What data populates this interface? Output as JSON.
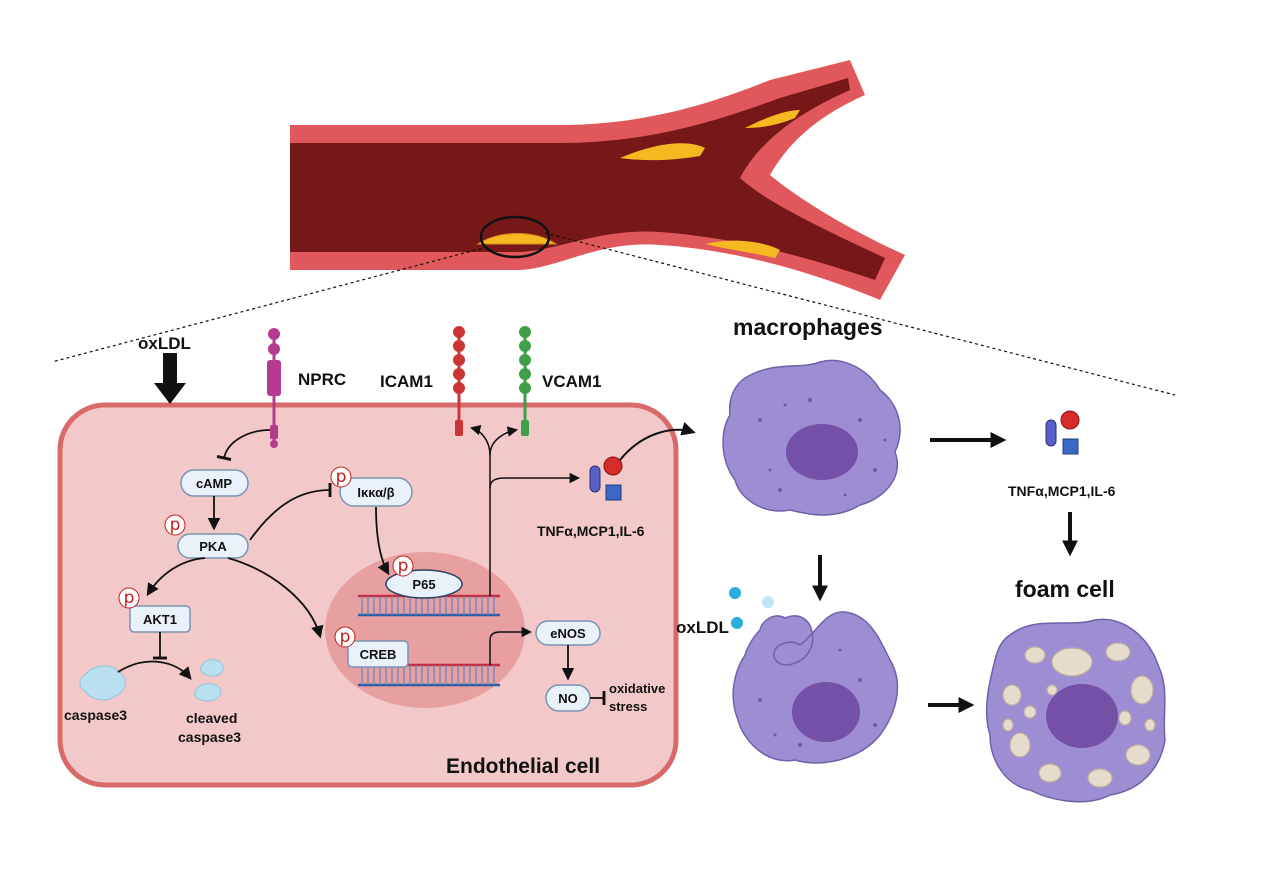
{
  "labels": {
    "oxldl_top": "oxLDL",
    "nprc": "NPRC",
    "icam1": "ICAM1",
    "vcam1": "VCAM1",
    "macrophages": "macrophages",
    "camp": "cAMP",
    "pka": "PKA",
    "ikk": "Iκκα/β",
    "p65": "P65",
    "akt1": "AKT1",
    "creb": "CREB",
    "enos": "eNOS",
    "no": "NO",
    "oxidative_stress_1": "oxidative",
    "oxidative_stress_2": "stress",
    "caspase3": "caspase3",
    "cleaved_1": "cleaved",
    "cleaved_2": "caspase3",
    "cytokines_cell": "TNFα,MCP1,IL-6",
    "cytokines_right": "TNFα,MCP1,IL-6",
    "oxldl_mid": "oxLDL",
    "foam_cell": "foam cell",
    "endothelial_cell": "Endothelial cell",
    "p": "p"
  },
  "colors": {
    "vessel_outer": "#e0585c",
    "vessel_lumen": "#761818",
    "plaque": "#f6b820",
    "cell_fill": "#f2c8c8",
    "cell_border": "#d86a6a",
    "nucleus": "#e89f9f",
    "macrophage": "#9d8ed4",
    "macrophage_nucleus": "#7451a6",
    "nprc": "#b43b8f",
    "icam": "#cc3535",
    "vcam": "#3e9f48",
    "phospho": "#c21d1d"
  }
}
